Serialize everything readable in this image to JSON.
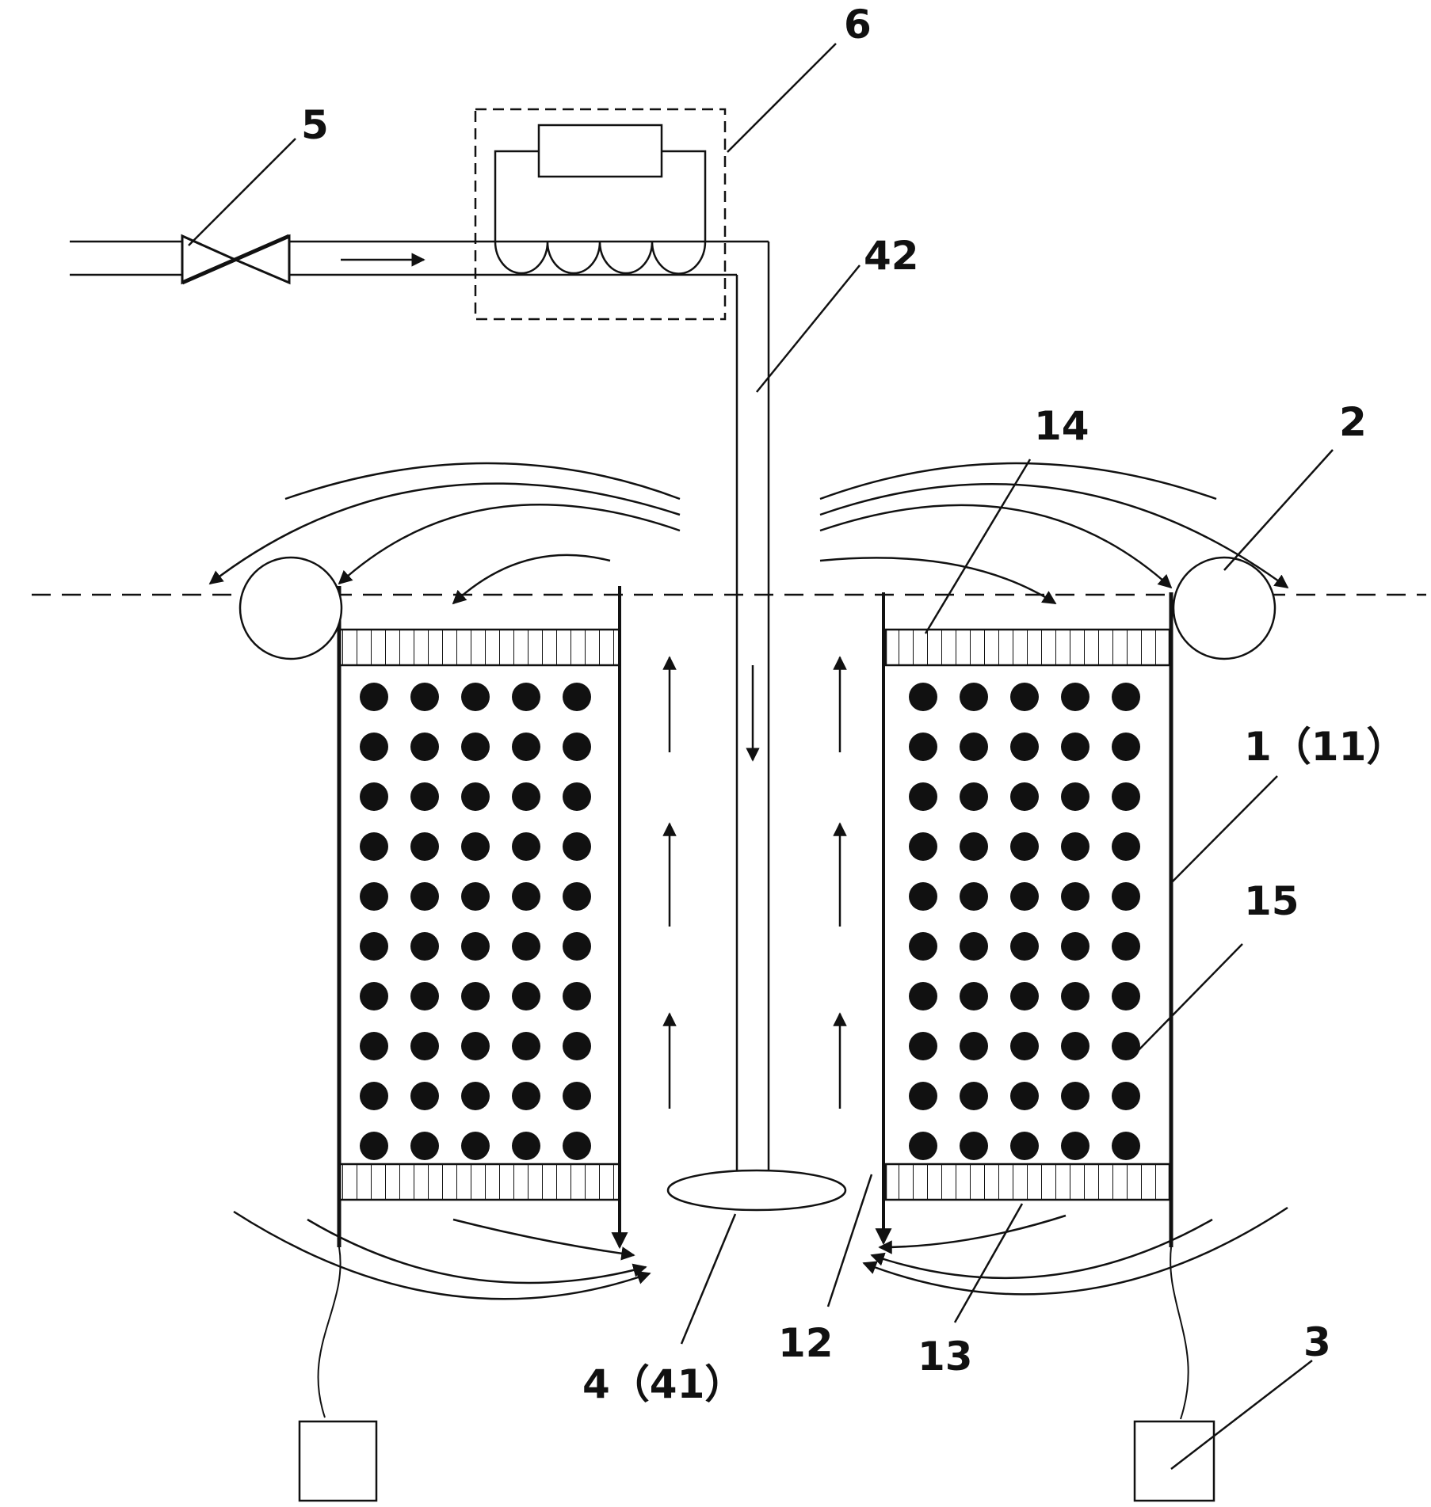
{
  "labels": {
    "l5": "5",
    "l6": "6",
    "l42": "42",
    "l14": "14",
    "l2": "2",
    "l1": "1（11）",
    "l15": "15",
    "l3": "3",
    "l12": "12",
    "l13": "13",
    "l4": "4（41）"
  },
  "colors": {
    "stroke": "#111111",
    "background": "#ffffff"
  }
}
